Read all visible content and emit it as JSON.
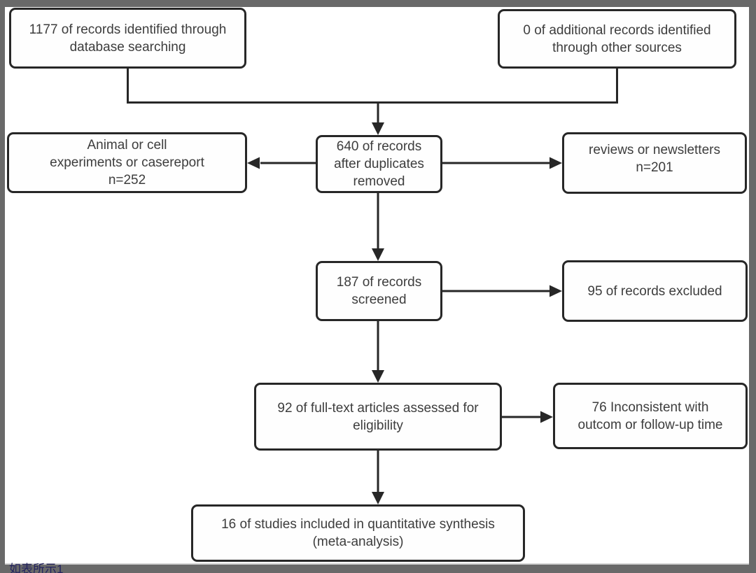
{
  "colors": {
    "frame_background": "#696969",
    "canvas_background": "#ffffff",
    "box_border": "#272727",
    "arrow": "#272727",
    "box_text": "#3d3d3d",
    "caption_text": "#23235f"
  },
  "caption": {
    "text": "如表所示1"
  },
  "diagram": {
    "type": "flowchart",
    "nodes": [
      {
        "id": "records-identified-database",
        "lines": [
          "1177 of records identified through",
          "database searching"
        ]
      },
      {
        "id": "additional-records-other-sources",
        "lines": [
          "0 of additional records identified",
          "through other sources"
        ]
      },
      {
        "id": "excluded-animal-cell",
        "lines": [
          "Animal or cell",
          "experiments or casereport",
          "n=252"
        ]
      },
      {
        "id": "records-after-duplicates",
        "lines": [
          "640 of records",
          "after duplicates",
          "removed"
        ]
      },
      {
        "id": "excluded-reviews-newsletters",
        "lines": [
          "reviews or newsletters",
          "n=201"
        ]
      },
      {
        "id": "records-screened",
        "lines": [
          "187 of records",
          "screened"
        ]
      },
      {
        "id": "records-excluded",
        "lines": [
          "95 of records excluded"
        ]
      },
      {
        "id": "fulltext-assessed",
        "lines": [
          "92 of full-text articles assessed for",
          "eligibility"
        ]
      },
      {
        "id": "excluded-inconsistent",
        "lines": [
          "76 Inconsistent with",
          "outcom or follow-up time"
        ]
      },
      {
        "id": "studies-included",
        "lines": [
          "16 of studies included in quantitative synthesis",
          "(meta-analysis)"
        ]
      }
    ],
    "edges": [
      {
        "from": "records-identified-database",
        "to": "records-after-duplicates"
      },
      {
        "from": "additional-records-other-sources",
        "to": "records-after-duplicates"
      },
      {
        "from": "records-after-duplicates",
        "to": "excluded-animal-cell"
      },
      {
        "from": "records-after-duplicates",
        "to": "excluded-reviews-newsletters"
      },
      {
        "from": "records-after-duplicates",
        "to": "records-screened"
      },
      {
        "from": "records-screened",
        "to": "records-excluded"
      },
      {
        "from": "records-screened",
        "to": "fulltext-assessed"
      },
      {
        "from": "fulltext-assessed",
        "to": "excluded-inconsistent"
      },
      {
        "from": "fulltext-assessed",
        "to": "studies-included"
      }
    ]
  }
}
